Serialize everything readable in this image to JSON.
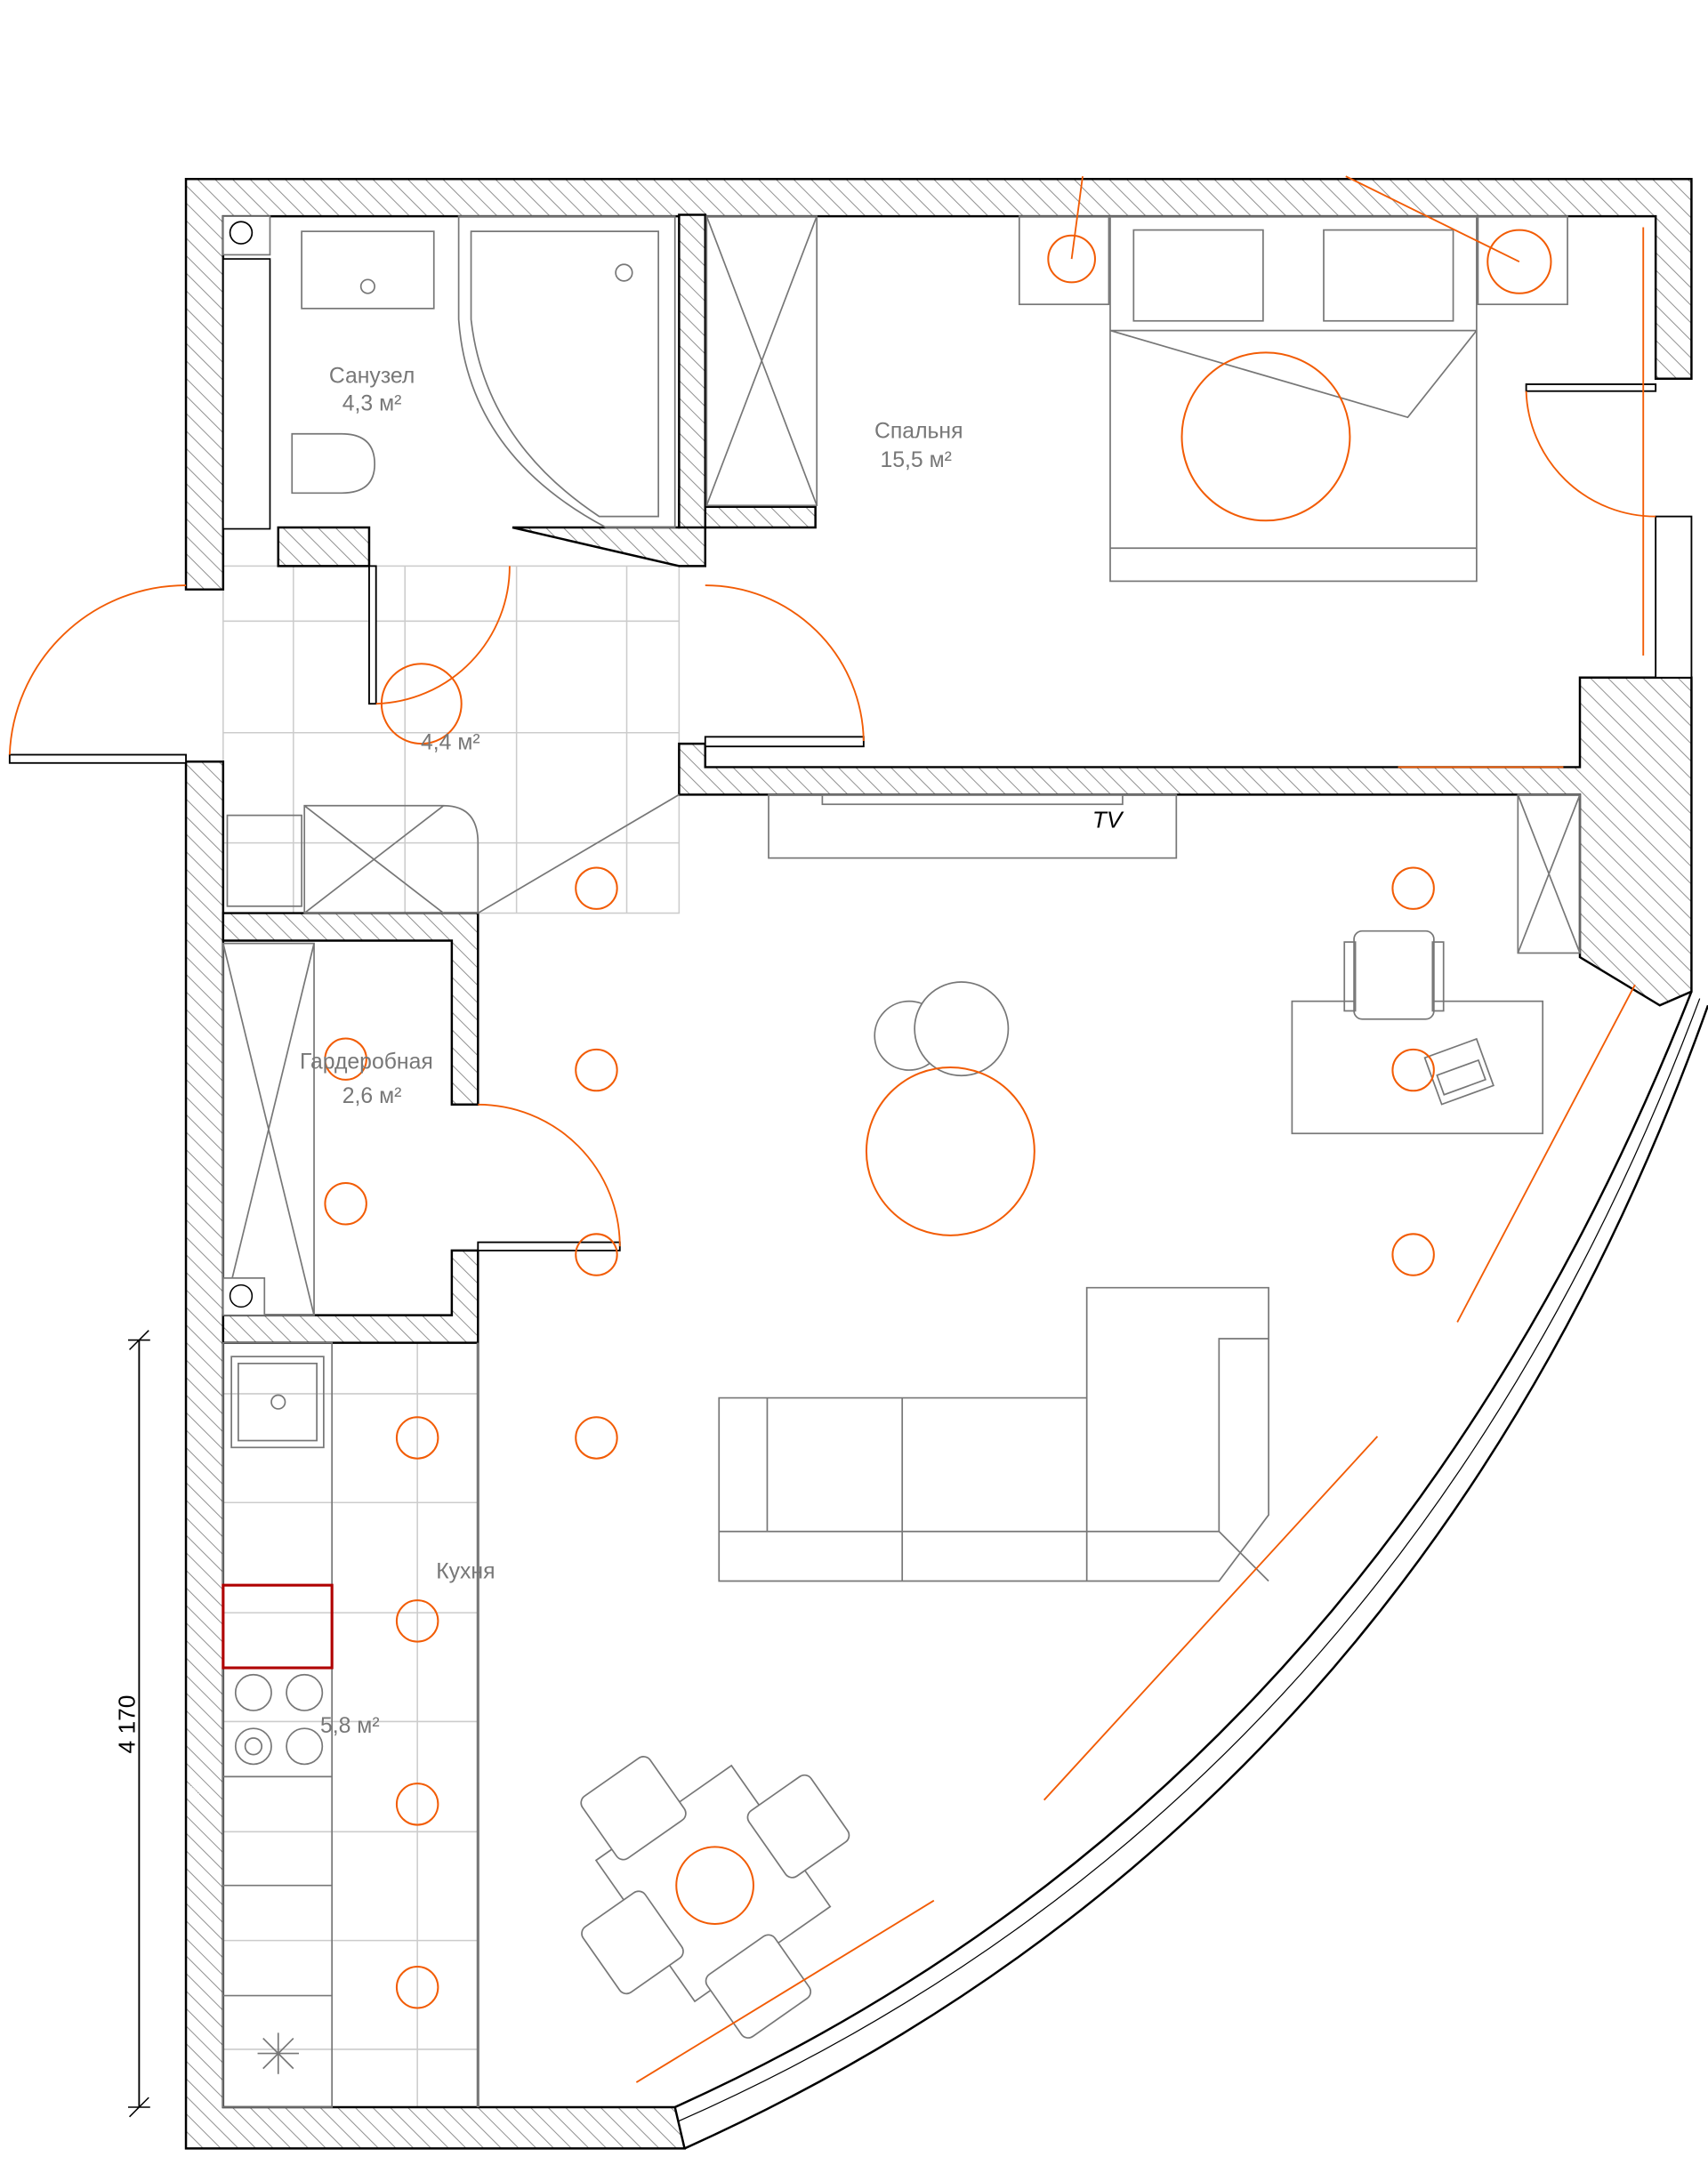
{
  "plan": {
    "rooms": [
      {
        "name": "Санузел",
        "area": "4,3 м²"
      },
      {
        "name": "Спальня",
        "area": "15,5 м²"
      },
      {
        "name": "",
        "area": "4,4 м²"
      },
      {
        "name": "Гардеробная",
        "area": "2,6 м²"
      },
      {
        "name": "Кухня",
        "area": "5,8 м²"
      }
    ],
    "tv_label": "TV",
    "dimension": "4 170"
  },
  "colors": {
    "light": "#f25c05",
    "wall": "#000000",
    "furniture": "#777777",
    "highlight": "#b00000"
  }
}
